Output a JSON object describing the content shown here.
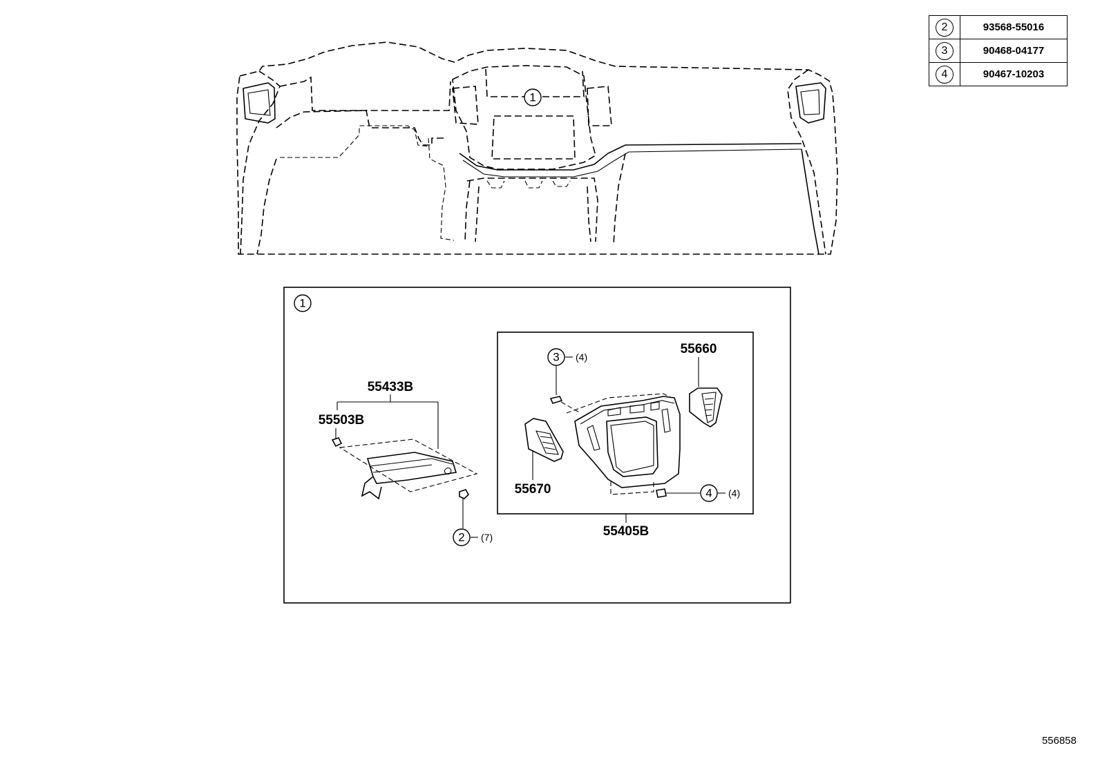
{
  "reference_table": [
    {
      "key": "2",
      "part_number": "93568-55016"
    },
    {
      "key": "3",
      "part_number": "90468-04177"
    },
    {
      "key": "4",
      "part_number": "90467-10203"
    }
  ],
  "overview": {
    "callout": "1"
  },
  "detail": {
    "callout": "1",
    "labels": {
      "p55433B": "55433B",
      "p55503B": "55503B",
      "p55660": "55660",
      "p55670": "55670",
      "p55405B": "55405B"
    },
    "fasteners": [
      {
        "key": "2",
        "qty": "(7)"
      },
      {
        "key": "3",
        "qty": "(4)"
      },
      {
        "key": "4",
        "qty": "(4)"
      }
    ]
  },
  "diagram_id": "556858"
}
